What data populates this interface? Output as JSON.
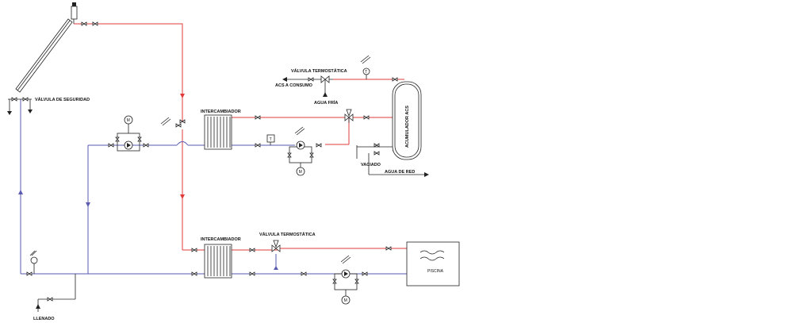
{
  "labels": {
    "safety_valve": "VÁLVULA DE SEGURIDAD",
    "exchanger_top": "INTERCAMBIADOR",
    "exchanger_bottom": "INTERCAMBIADOR",
    "thermostatic_top": "VÁLVULA TERMOSTÁTICA",
    "thermostatic_bottom": "VÁLVULA TERMOSTÁTICA",
    "dhw_consumption": "ACS A CONSUMO",
    "cold_water": "AGUA FRÍA",
    "tank": "ACUMULADOR ACS",
    "drain": "VACIADO",
    "mains_water": "AGUA DE RED",
    "pool": "PISCINA",
    "fill": "LLENADO",
    "motor": "M",
    "thermometer": "T",
    "temp_sensor": "T"
  },
  "colors": {
    "hot_line": "#e23b3b",
    "cold_line": "#5a5ab0",
    "equipment": "#222222"
  }
}
